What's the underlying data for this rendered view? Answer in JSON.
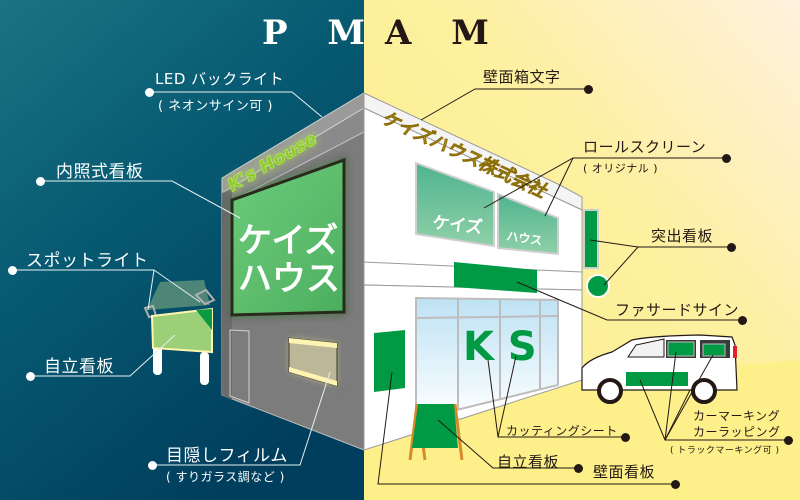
{
  "header": {
    "night_title": "P M",
    "day_title": "A M"
  },
  "colors": {
    "night_bg_top": "#1a6e7e",
    "night_bg_bottom": "#00405f",
    "day_bg": "#fdf190",
    "day_bg_light": "#fff1dc",
    "sign_green": "#009a44",
    "glow_green": "#5cc06e",
    "neon_green": "#8ccc2a",
    "wall_gray": "#7a7a7a",
    "line_night": "#ffffff",
    "line_day": "#231815"
  },
  "night_labels": {
    "led_backlight": "LED バックライト",
    "led_backlight_sub": "( ネオンサイン可 )",
    "internal_lit_sign": "内照式看板",
    "spotlight": "スポットライト",
    "standalone_sign": "自立看板",
    "privacy_film": "目隠しフィルム",
    "privacy_film_sub": "( すりガラス調など )"
  },
  "day_labels": {
    "wall_channel_letters": "壁面箱文字",
    "roll_screen": "ロールスクリーン",
    "roll_screen_sub": "( オリジナル )",
    "projecting_sign": "突出看板",
    "facade_sign": "ファサードサイン",
    "car_marking": "カーマーキング",
    "car_wrapping": "カーラッピング",
    "car_sub": "( トラックマーキング可 )",
    "cutting_sheet": "カッティングシート",
    "a_board": "自立看板",
    "wall_sign": "壁面看板"
  },
  "building": {
    "neon_logo": "K's House",
    "lit_sign_line1": "ケイズ",
    "lit_sign_line2": "ハウス",
    "channel_letters": "ケイズハウス株式会社",
    "screen_left": "ケイズ",
    "screen_right": "ハウス",
    "window_letters": "K S"
  }
}
